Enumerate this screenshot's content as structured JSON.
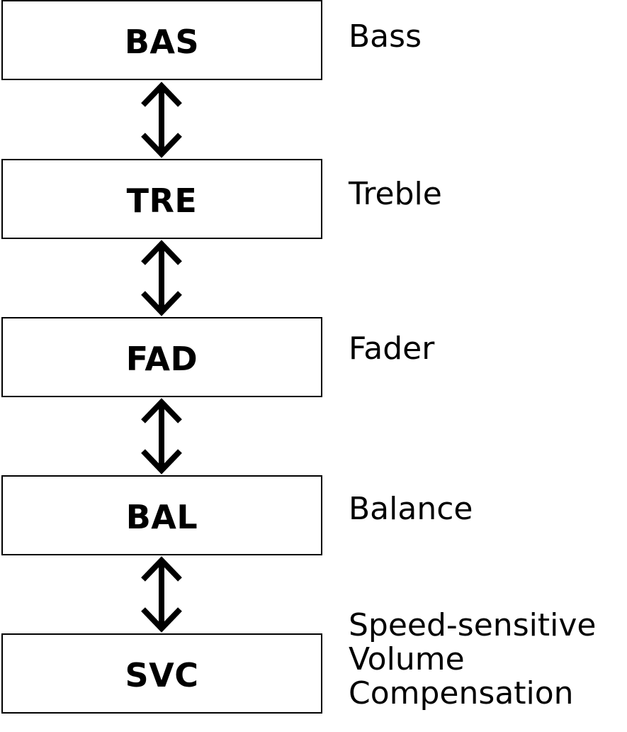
{
  "steps": [
    {
      "code": "BAS",
      "label": "Bass"
    },
    {
      "code": "TRE",
      "label": "Treble"
    },
    {
      "code": "FAD",
      "label": "Fader"
    },
    {
      "code": "BAL",
      "label": "Balance"
    },
    {
      "code": "SVC",
      "label_lines": [
        "Speed-sensitive",
        "Volume",
        "Compensation"
      ]
    }
  ],
  "arrow_icon": "double-headed-vertical-arrow-icon",
  "colors": {
    "stroke": "#000000",
    "background": "#ffffff"
  }
}
